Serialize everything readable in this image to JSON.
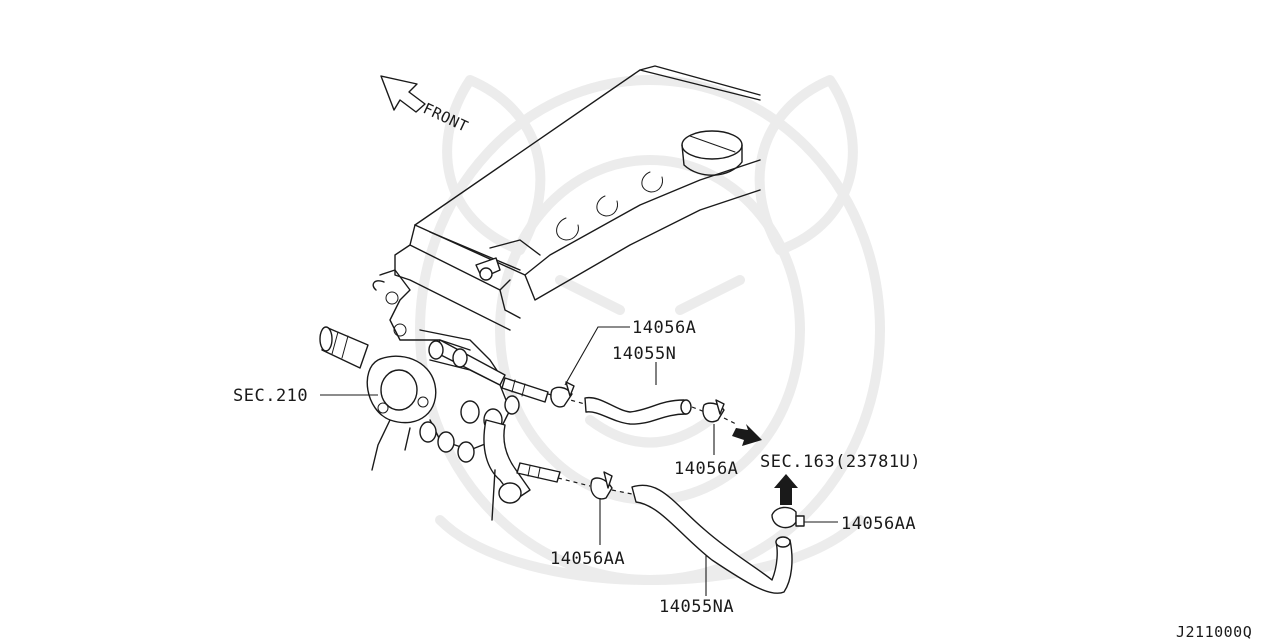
{
  "labels": {
    "front": "FRONT",
    "part_14056A_top": "14056A",
    "part_14055N": "14055N",
    "sec_210": "SEC.210",
    "part_14056A_bottom": "14056A",
    "sec_163": "SEC.163(23781U)",
    "part_14056AA_right": "14056AA",
    "part_14056AA_left": "14056AA",
    "part_14055NA": "14055NA",
    "diagram_code": "J211000Q"
  },
  "colors": {
    "line": "#1a1a1a",
    "watermark": "#ececec",
    "background": "#ffffff"
  }
}
